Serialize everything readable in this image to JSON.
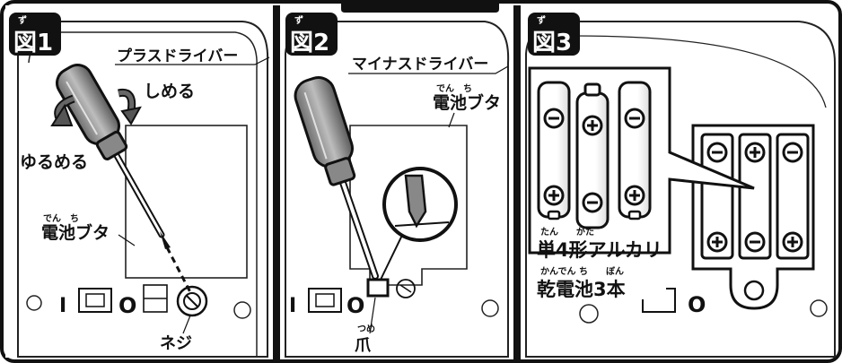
{
  "panels": [
    {
      "badge": "図1",
      "badge_ruby": "ず",
      "tool_label": "プラスドライバー",
      "tighten_label": "しめる",
      "loosen_label": "ゆるめる",
      "cover_label": "電池ブタ",
      "cover_ruby": "でん　ち",
      "screw_label": "ネジ",
      "switch_off": "I",
      "switch_on": "O"
    },
    {
      "badge": "図2",
      "badge_ruby": "ず",
      "tool_label": "マイナスドライバー",
      "cover_label": "電池ブタ",
      "cover_ruby": "でん　ち",
      "claw_label": "爪",
      "claw_ruby": "つめ",
      "switch_off": "I",
      "switch_on": "O"
    },
    {
      "badge": "図3",
      "badge_ruby": "ず",
      "battery_type": "単4形アルカリ",
      "battery_type_ruby": "たん　　がた",
      "battery_name": "乾電池3本",
      "battery_name_ruby": "かんでん ち　　ぼん",
      "plus_sign": "+",
      "minus_sign": "−",
      "switch_on": "O"
    }
  ]
}
